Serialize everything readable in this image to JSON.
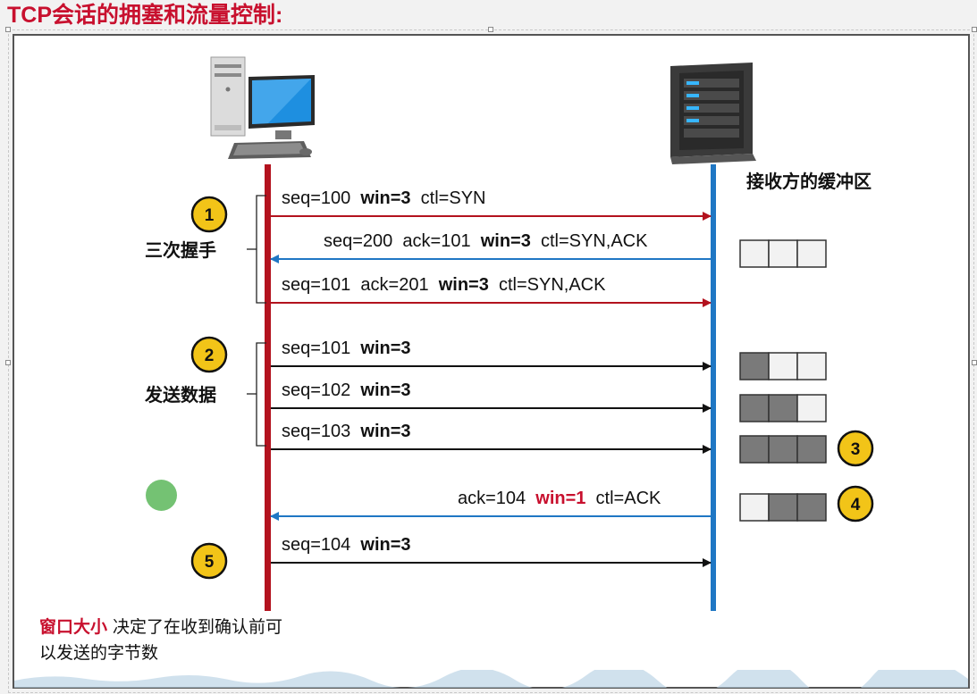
{
  "title": "TCP会话的拥塞和流量控制:",
  "buffer_title": "接收方的缓冲区",
  "groups": {
    "handshake": "三次握手",
    "send_data": "发送数据"
  },
  "badges": [
    "1",
    "2",
    "3",
    "4",
    "5"
  ],
  "messages": [
    {
      "dir": "right",
      "color": "red",
      "parts": [
        {
          "text": "seq=100  "
        },
        {
          "text": "win=3",
          "bold": true
        },
        {
          "text": "  ctl=SYN"
        }
      ]
    },
    {
      "dir": "left",
      "color": "blue",
      "parts": [
        {
          "text": "seq=200  ack=101  "
        },
        {
          "text": "win=3",
          "bold": true
        },
        {
          "text": "  ctl=SYN,ACK"
        }
      ]
    },
    {
      "dir": "right",
      "color": "red",
      "parts": [
        {
          "text": "seq=101  ack=201  "
        },
        {
          "text": "win=3",
          "bold": true
        },
        {
          "text": "  ctl=SYN,ACK"
        }
      ]
    },
    {
      "dir": "right",
      "color": "black",
      "parts": [
        {
          "text": "seq=101  "
        },
        {
          "text": "win=3",
          "bold": true
        }
      ]
    },
    {
      "dir": "right",
      "color": "black",
      "parts": [
        {
          "text": "seq=102  "
        },
        {
          "text": "win=3",
          "bold": true
        }
      ]
    },
    {
      "dir": "right",
      "color": "black",
      "parts": [
        {
          "text": "seq=103  "
        },
        {
          "text": "win=3",
          "bold": true
        }
      ]
    },
    {
      "dir": "left",
      "color": "blue",
      "parts": [
        {
          "text": "ack=104  "
        },
        {
          "text": "win=1",
          "bold": true,
          "red": true
        },
        {
          "text": "  ctl=ACK"
        }
      ]
    },
    {
      "dir": "right",
      "color": "black",
      "parts": [
        {
          "text": "seq=104  "
        },
        {
          "text": "win=3",
          "bold": true
        }
      ]
    }
  ],
  "buffers": [
    [
      0,
      0,
      0
    ],
    [
      1,
      0,
      0
    ],
    [
      1,
      1,
      0
    ],
    [
      1,
      1,
      1
    ],
    [
      0,
      1,
      1
    ]
  ],
  "note": {
    "highlight": "窗口大小",
    "text": " 决定了在收到确认前可以发送的字节数"
  },
  "colors": {
    "title": "#c8102e",
    "client_line": "#b3121e",
    "server_line": "#1f77c4",
    "arrow_red": "#b3121e",
    "arrow_blue": "#1f77c4",
    "arrow_black": "#111111",
    "badge_fill": "#f2c418",
    "buffer_filled": "#7a7a7a",
    "buffer_empty": "#f2f2f2"
  },
  "icons": {
    "client": "desktop-computer-icon",
    "server": "server-tower-icon"
  }
}
